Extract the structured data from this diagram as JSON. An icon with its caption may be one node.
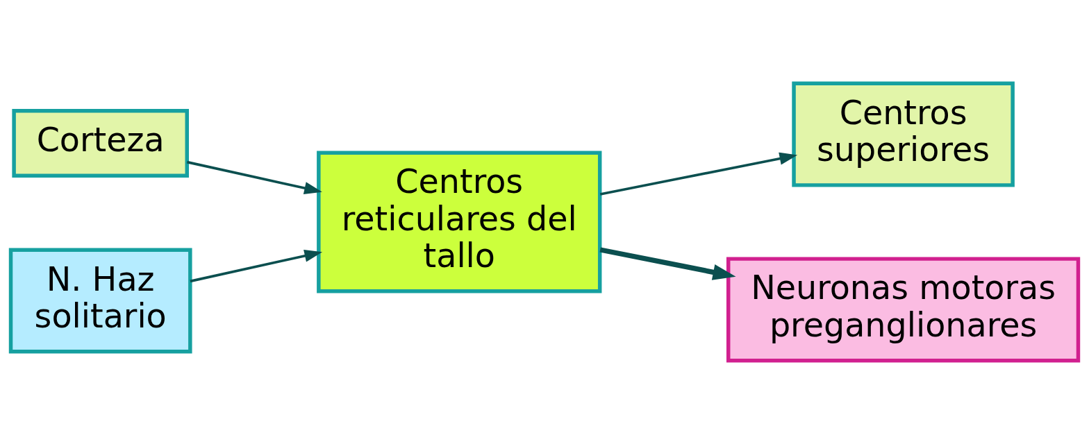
{
  "diagram": {
    "nodes": [
      {
        "text": [
          "Corteza"
        ]
      },
      {
        "text": [
          "Centros reticulares del tallo"
        ]
      },
      {
        "text": [
          "Centros superiores"
        ]
      },
      {
        "text": [
          "N. Haz solitario"
        ]
      },
      {
        "text": [
          "Neuronas motoras preganglionares"
        ]
      }
    ],
    "edges": [
      {
        "from": 0,
        "to": 1,
        "arrow": "to"
      },
      {
        "from": 3,
        "to": 1,
        "arrow": "to"
      },
      {
        "from": 1,
        "to": 2,
        "arrow": "to"
      },
      {
        "from": 1,
        "to": 4,
        "arrow": "to",
        "style": "thick"
      }
    ]
  }
}
